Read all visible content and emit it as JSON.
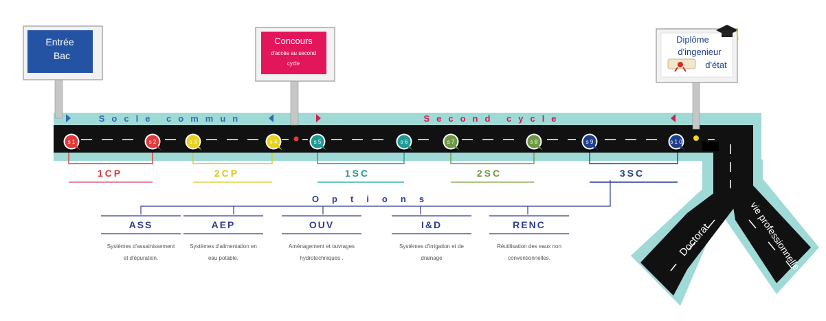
{
  "signs": {
    "entree": {
      "line1": "Entrée",
      "line2": "Bac"
    },
    "concours": {
      "line1": "Concours",
      "line2": "d'accès au second",
      "line3": "cycle"
    },
    "diplome": {
      "line1": "Diplôme",
      "line2": "d'ingenieur",
      "line3": "d'état"
    }
  },
  "sections": {
    "socle": "Socle commun",
    "second": "Second cycle"
  },
  "semesters": [
    "s 1",
    "s 2",
    "s 3",
    "s 4",
    "s 5",
    "s 6",
    "s 7",
    "s 8",
    "s 9",
    "s 1 0"
  ],
  "years": [
    "1CP",
    "2CP",
    "1SC",
    "2SC",
    "3SC"
  ],
  "options_label": "Options",
  "options": [
    {
      "code": "ASS",
      "desc1": "Systèmes d'assainissement",
      "desc2": "et d'épuration."
    },
    {
      "code": "AEP",
      "desc1": "Systèmes d'alimentation en",
      "desc2": "eau potable."
    },
    {
      "code": "OUV",
      "desc1": "Aménagement et ouvrages",
      "desc2": "hydrotechniques ."
    },
    {
      "code": "I&D",
      "desc1": "Systèmes d'irrigation et de",
      "desc2": "drainage"
    },
    {
      "code": "RENC",
      "desc1": "Réutilisation des eaux non",
      "desc2": "conventionnelles."
    }
  ],
  "branches": {
    "doctorat": "Doctorat",
    "vie_pro": "vie professionnelle"
  },
  "colors": {
    "road": "#111111",
    "teal": "#9fdad7",
    "blue_sign": "#2553a3",
    "pink_sign": "#e3165b",
    "red": "#e23a3a",
    "yellow": "#e8d21c",
    "teal_pin": "#1f9a94",
    "green_pin": "#6f9845",
    "navy": "#1f3f8f",
    "socle_text": "#2c6db0",
    "second_text": "#d01e4d"
  }
}
